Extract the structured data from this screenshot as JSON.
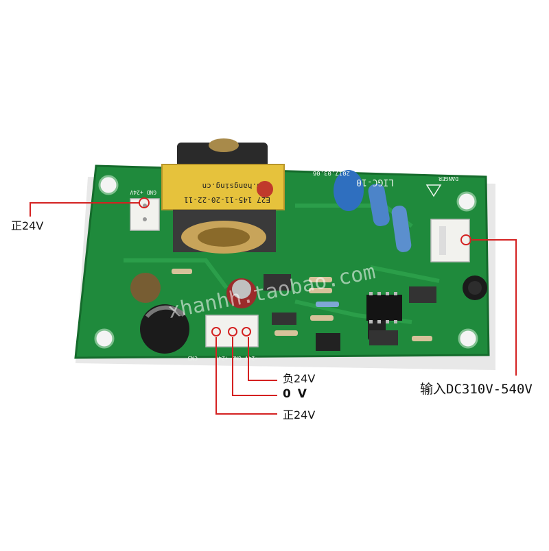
{
  "callouts": {
    "left_connector": "正24V",
    "pin_negative": "负24V",
    "pin_zero": "0 V",
    "pin_positive": "正24V",
    "input": "输入DC310V-540V"
  },
  "silkscreen": {
    "transformer_brand": "www.hangsing.cn",
    "transformer_model": "E27 145-11-20-22-11",
    "board_date": "2017.03.06",
    "board_name": "LIGC-10",
    "danger": "DANGER",
    "watermark": "xhanhh.taobao.com",
    "cn3": "CN3",
    "cn3_pins": "-24V GND +24V",
    "cn1_pins": "GND +24V"
  },
  "colors": {
    "pcb": "#1f8a3c",
    "pcb_edge": "#156b2c",
    "callout_line": "#d42121",
    "connector": "#f2f2ee",
    "transformer": "#e6c23c"
  }
}
